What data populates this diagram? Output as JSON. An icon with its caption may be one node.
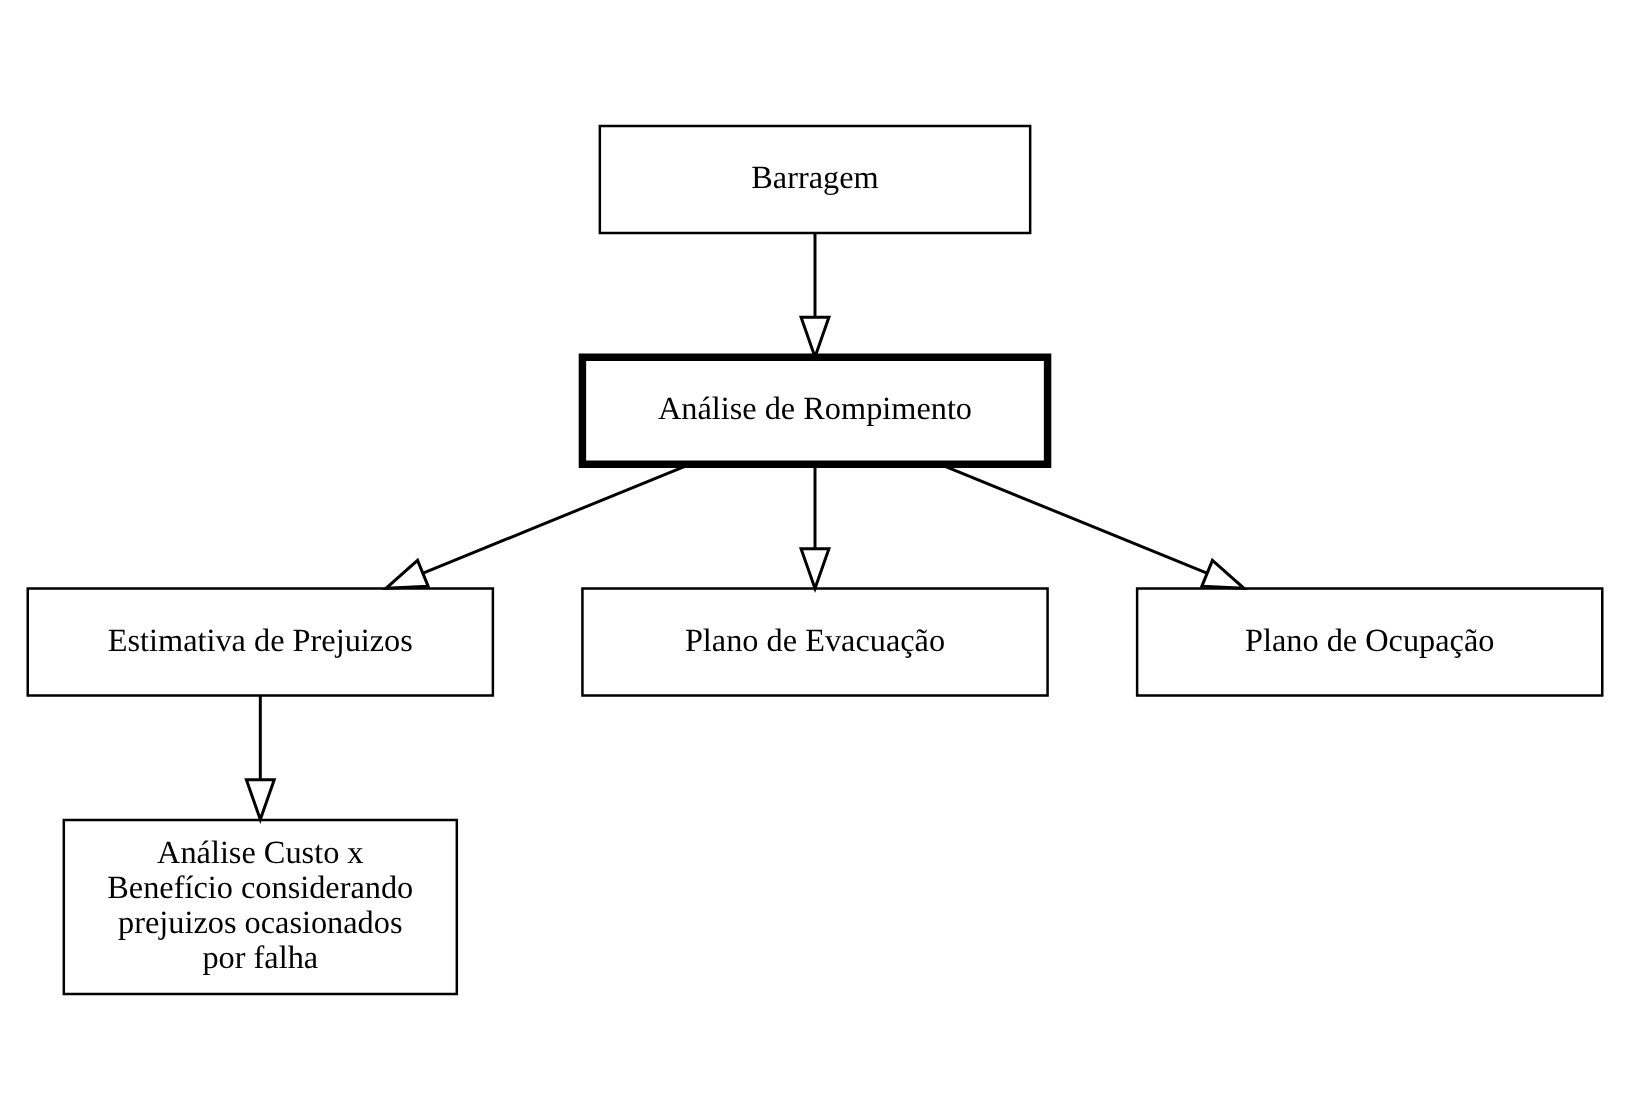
{
  "diagram": {
    "nodes": [
      {
        "text": [
          "Barragem"
        ]
      },
      {
        "text": [
          "Análise de Rompimento"
        ]
      },
      {
        "text": [
          "Estimativa de Prejuizos"
        ]
      },
      {
        "text": [
          "Plano de Evacuação"
        ]
      },
      {
        "text": [
          "Plano de Ocupação"
        ]
      },
      {
        "text": [
          "Análise Custo x Benefício considerando prejuizos ocasionados por falha"
        ]
      }
    ],
    "edges": [
      {
        "from": 0,
        "to": 1,
        "arrow": "to"
      },
      {
        "from": 1,
        "to": 2,
        "arrow": "to"
      },
      {
        "from": 1,
        "to": 3,
        "arrow": "to"
      },
      {
        "from": 1,
        "to": 4,
        "arrow": "to"
      },
      {
        "from": 2,
        "to": 5,
        "arrow": "to"
      }
    ]
  }
}
